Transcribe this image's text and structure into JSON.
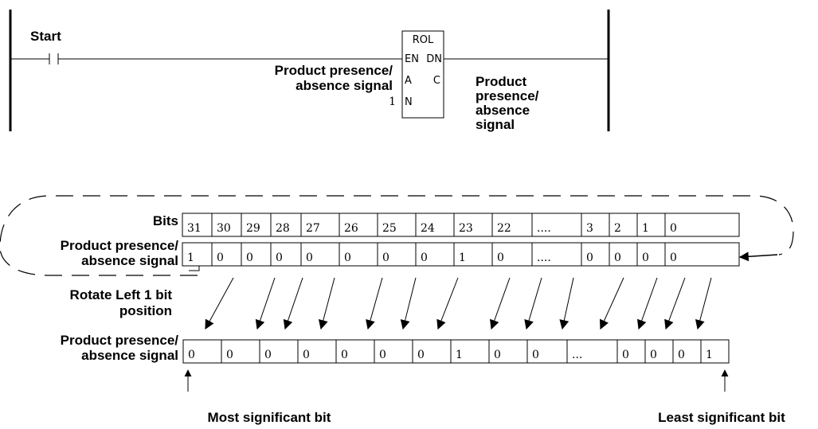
{
  "ladder": {
    "contact_label": "Start",
    "block_name": "ROL",
    "pin_en": "EN",
    "pin_dn": "DN",
    "pin_a": "A",
    "pin_c": "C",
    "pin_n": "N",
    "input_label_line1": "Product presence/",
    "input_label_line2": "absence signal",
    "n_value": "1",
    "output_label_line1": "Product",
    "output_label_line2": "presence/",
    "output_label_line3": "absence",
    "output_label_line4": "signal"
  },
  "register": {
    "bits_label": "Bits",
    "before_label_line1": "Product presence/",
    "before_label_line2": "absence signal",
    "rotate_label_line1": "Rotate Left 1 bit",
    "rotate_label_line2": "position",
    "after_label_line1": "Product presence/",
    "after_label_line2": "absence signal",
    "bits": [
      "31",
      "30",
      "29",
      "28",
      "27",
      "26",
      "25",
      "24",
      "23",
      "22",
      "....",
      "3",
      "2",
      "1",
      "0"
    ],
    "before_values": [
      "1",
      "0",
      "0",
      "0",
      "0",
      "0",
      "0",
      "0",
      "1",
      "0",
      "....",
      "0",
      "0",
      "0",
      "0"
    ],
    "after_values": [
      "0",
      "0",
      "0",
      "0",
      "0",
      "0",
      "0",
      "1",
      "0",
      "0",
      "...",
      "0",
      "0",
      "0",
      "1"
    ],
    "msb_label": "Most significant bit",
    "lsb_label": "Least significant bit"
  }
}
